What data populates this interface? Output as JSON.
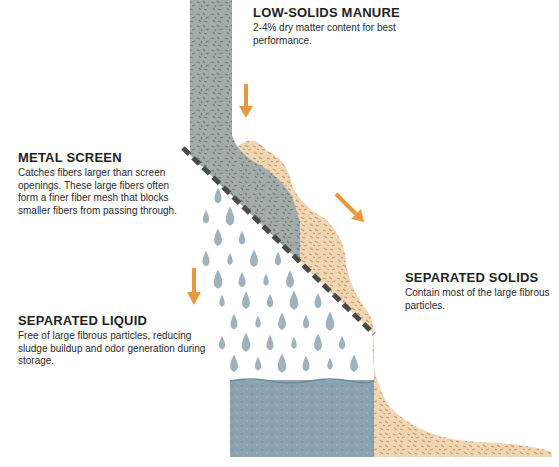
{
  "diagram": {
    "labels": [
      "LOW-SOLIDS MANURE",
      "2-4% dry matter content for best performance.",
      "METAL SCREEN",
      "Catches fibers larger than screen openings. These large fibers often form a finer fiber mesh that blocks smaller fibers from passing through.",
      "SEPARATED SOLIDS",
      "Contain most of the large fibrous particles.",
      "SEPARATED LIQUID",
      "Free of large fibrous particles, reducing sludge buildup and odor generation during storage."
    ]
  }
}
